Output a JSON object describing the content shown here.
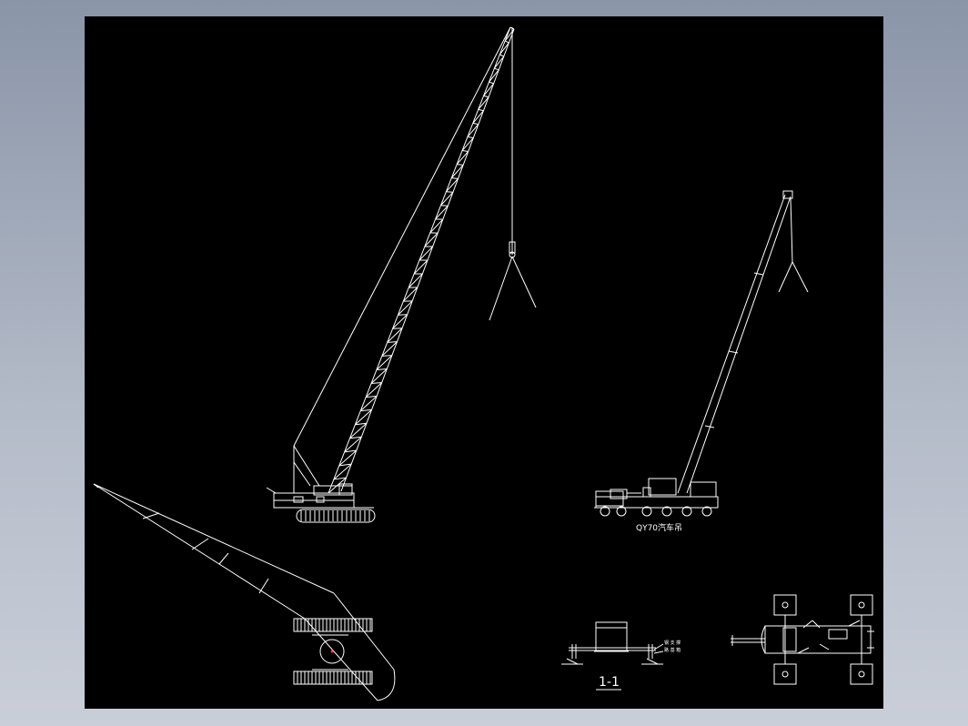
{
  "drawing": {
    "truck_crane_label": "QY70汽车吊",
    "section_label": "1-1",
    "section_note_line1": "钢 支 撑",
    "section_note_line2": "路 基 箱"
  },
  "colors": {
    "background": "#000000",
    "linework": "#ffffff",
    "frame": "#8a95a8",
    "accent": "#ff3355"
  }
}
